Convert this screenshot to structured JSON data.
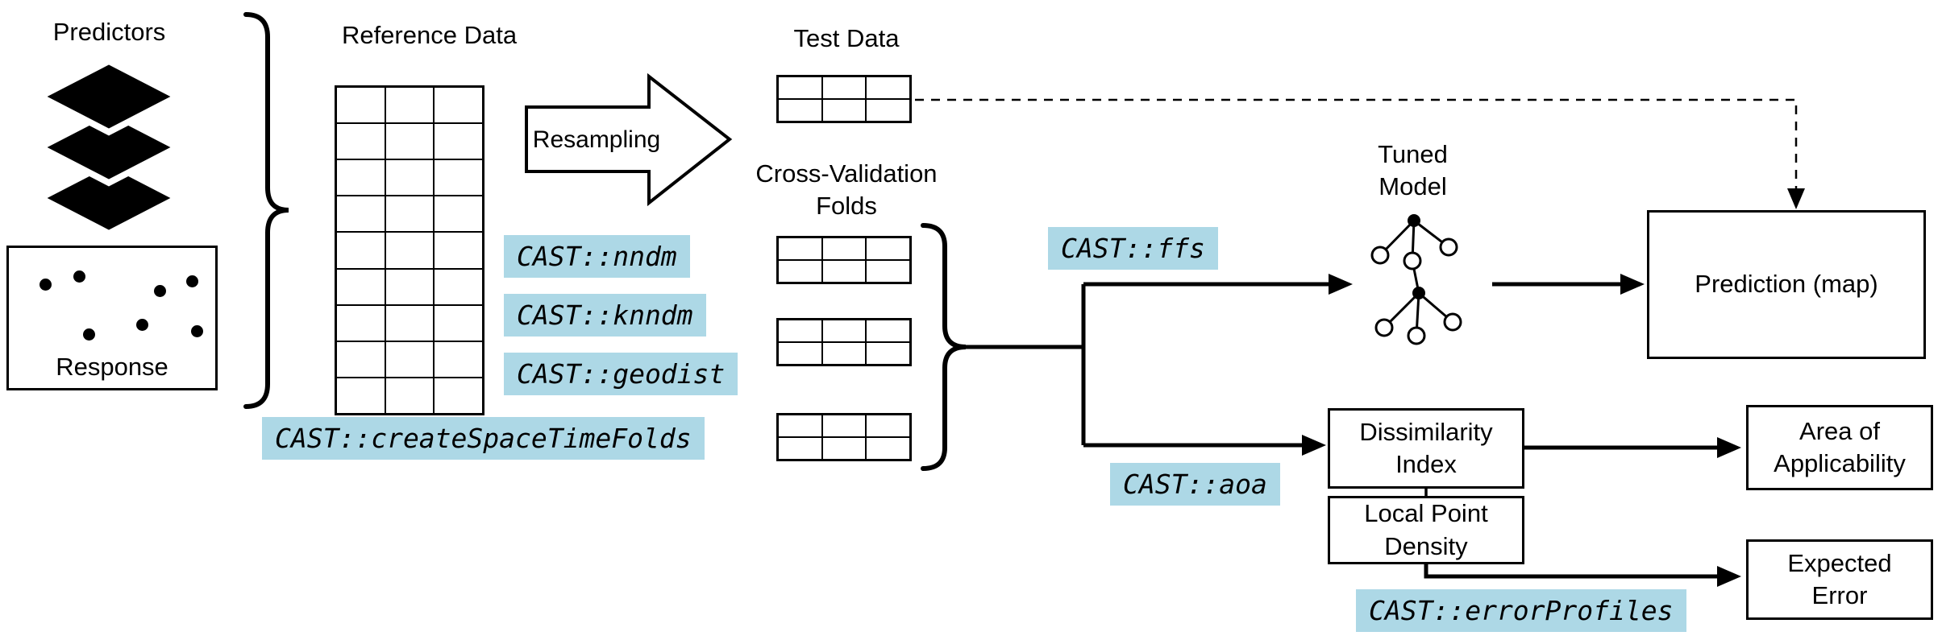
{
  "colors": {
    "highlight": "#ADD8E6",
    "ink": "#000000",
    "background": "#FFFFFF"
  },
  "labels": {
    "predictors": "Predictors",
    "response": "Response",
    "reference_data": "Reference Data",
    "resampling": "Resampling",
    "test_data": "Test Data",
    "cv_folds": "Cross-Validation\nFolds",
    "tuned_model": "Tuned\nModel",
    "prediction_map": "Prediction (map)",
    "dissimilarity_index": "Dissimilarity\nIndex",
    "local_point_density": "Local Point\nDensity",
    "area_of_applicability": "Area of\nApplicability",
    "expected_error": "Expected\nError"
  },
  "code_labels": {
    "nndm": "CAST::nndm",
    "knndm": "CAST::knndm",
    "geodist": "CAST::geodist",
    "createspacetimefolds": "CAST::createSpaceTimeFolds",
    "ffs": "CAST::ffs",
    "aoa": "CAST::aoa",
    "errorprofiles": "CAST::errorProfiles"
  },
  "icons": {
    "predictors": "stacked-layers-icon",
    "response": "scatter-points",
    "resampling": "block-arrow-right",
    "tuned_model": "decision-tree-icon",
    "test_to_prediction": "dashed-arrow",
    "grouping": "curly-brace"
  }
}
